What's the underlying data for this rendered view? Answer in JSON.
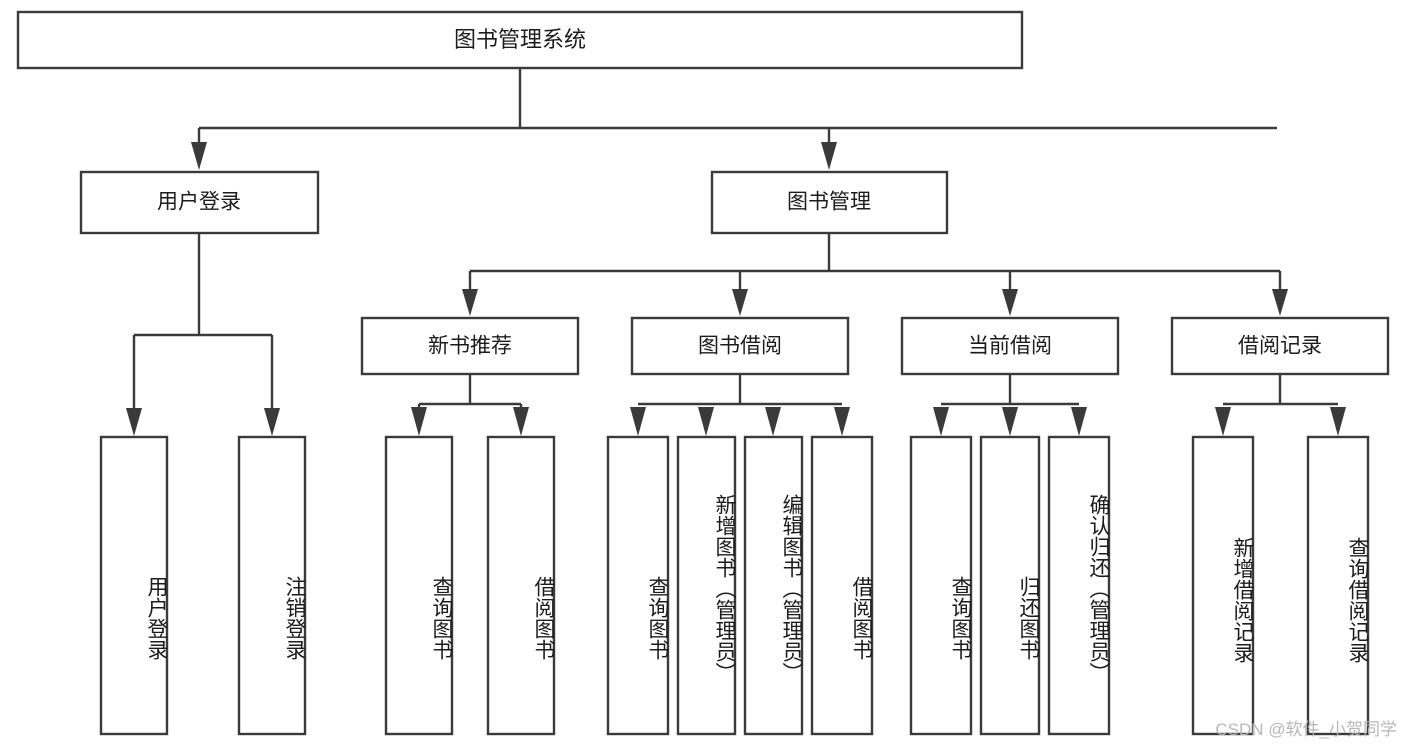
{
  "diagram": {
    "title": "图书管理系统",
    "watermark": "CSDN @软件_小贺同学",
    "colors": {
      "stroke": "#3a3a3a",
      "fill": "#ffffff",
      "text": "#1c1c1c",
      "watermark": "#b8b8b8",
      "background": "#ffffff"
    },
    "root": {
      "label": "图书管理系统"
    },
    "level1": [
      {
        "label": "用户登录"
      },
      {
        "label": "图书管理"
      }
    ],
    "level2": [
      {
        "label": "新书推荐"
      },
      {
        "label": "图书借阅"
      },
      {
        "label": "当前借阅"
      },
      {
        "label": "借阅记录"
      }
    ],
    "leaves": {
      "user_login": [
        {
          "label": "用户登录"
        },
        {
          "label": "注销登录"
        }
      ],
      "new_book_recommend": [
        {
          "label": "查询图书"
        },
        {
          "label": "借阅图书"
        }
      ],
      "book_borrow": [
        {
          "label": "查询图书"
        },
        {
          "label": "新增图书（管理员）"
        },
        {
          "label": "编辑图书（管理员）"
        },
        {
          "label": "借阅图书"
        }
      ],
      "current_borrow": [
        {
          "label": "查询图书"
        },
        {
          "label": "归还图书"
        },
        {
          "label": "确认归还（管理员）"
        }
      ],
      "borrow_record": [
        {
          "label": "新增借阅记录"
        },
        {
          "label": "查询借阅记录"
        }
      ]
    }
  }
}
